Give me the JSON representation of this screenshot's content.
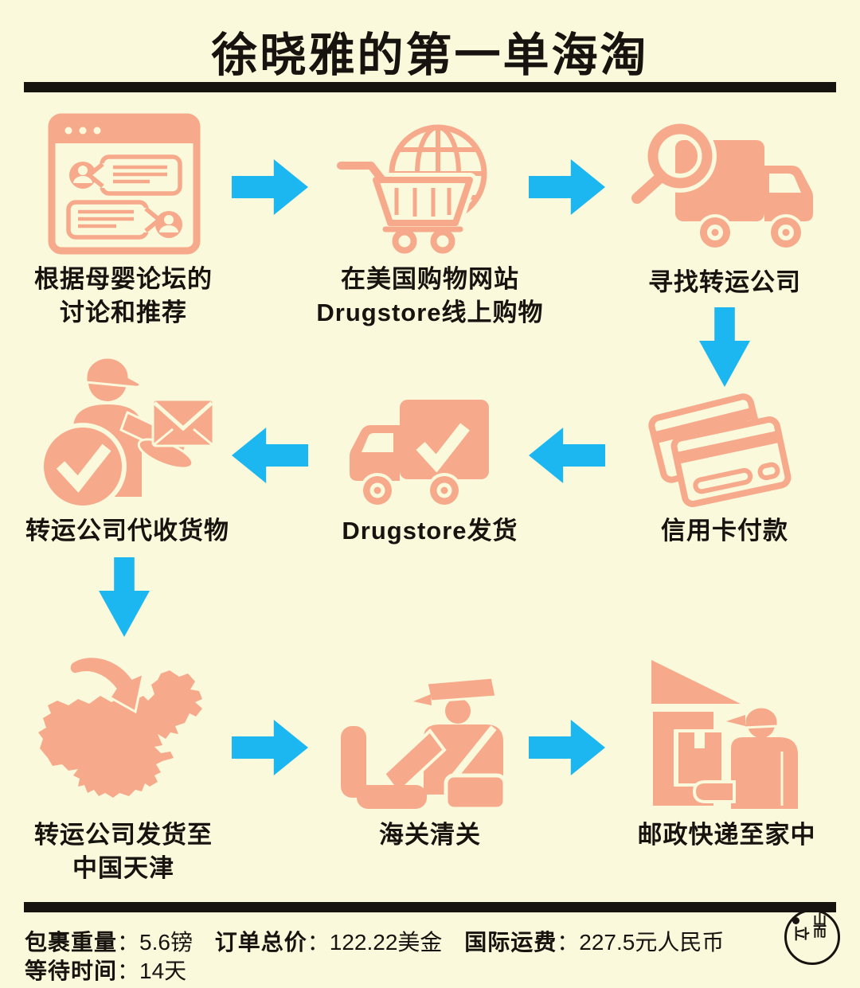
{
  "title": "徐晓雅的第一单海淘",
  "colors": {
    "background": "#FAF9DB",
    "icon": "#F7A98B",
    "arrow": "#1CB7F0",
    "text": "#171410"
  },
  "steps": [
    {
      "icon": "forum-chat-icon",
      "label_lines": [
        "根据母婴论坛的",
        "讨论和推荐"
      ]
    },
    {
      "icon": "globe-cart-icon",
      "label_lines": [
        "在美国购物网站",
        "Drugstore线上购物"
      ]
    },
    {
      "icon": "truck-search-icon",
      "label_lines": [
        "寻找转运公司"
      ]
    },
    {
      "icon": "credit-cards-icon",
      "label_lines": [
        "信用卡付款"
      ]
    },
    {
      "icon": "truck-check-icon",
      "label_lines": [
        "Drugstore发货"
      ]
    },
    {
      "icon": "courier-envelope-icon",
      "label_lines": [
        "转运公司代收货物"
      ]
    },
    {
      "icon": "china-map-icon",
      "label_lines": [
        "转运公司发货至",
        "中国天津"
      ]
    },
    {
      "icon": "customs-officer-icon",
      "label_lines": [
        "海关清关"
      ]
    },
    {
      "icon": "home-delivery-icon",
      "label_lines": [
        "邮政快递至家中"
      ]
    }
  ],
  "footer": {
    "colon": "：",
    "stats": [
      {
        "label": "包裹重量",
        "value": "5.6镑"
      },
      {
        "label": "订单总价",
        "value": "122.22美金"
      },
      {
        "label": "国际运费",
        "value": "227.5元人民币"
      },
      {
        "label": "等待时间",
        "value": "14天"
      }
    ]
  },
  "logo": {
    "mark_left": "立",
    "mark_top": "山",
    "mark_bottom": "而"
  }
}
